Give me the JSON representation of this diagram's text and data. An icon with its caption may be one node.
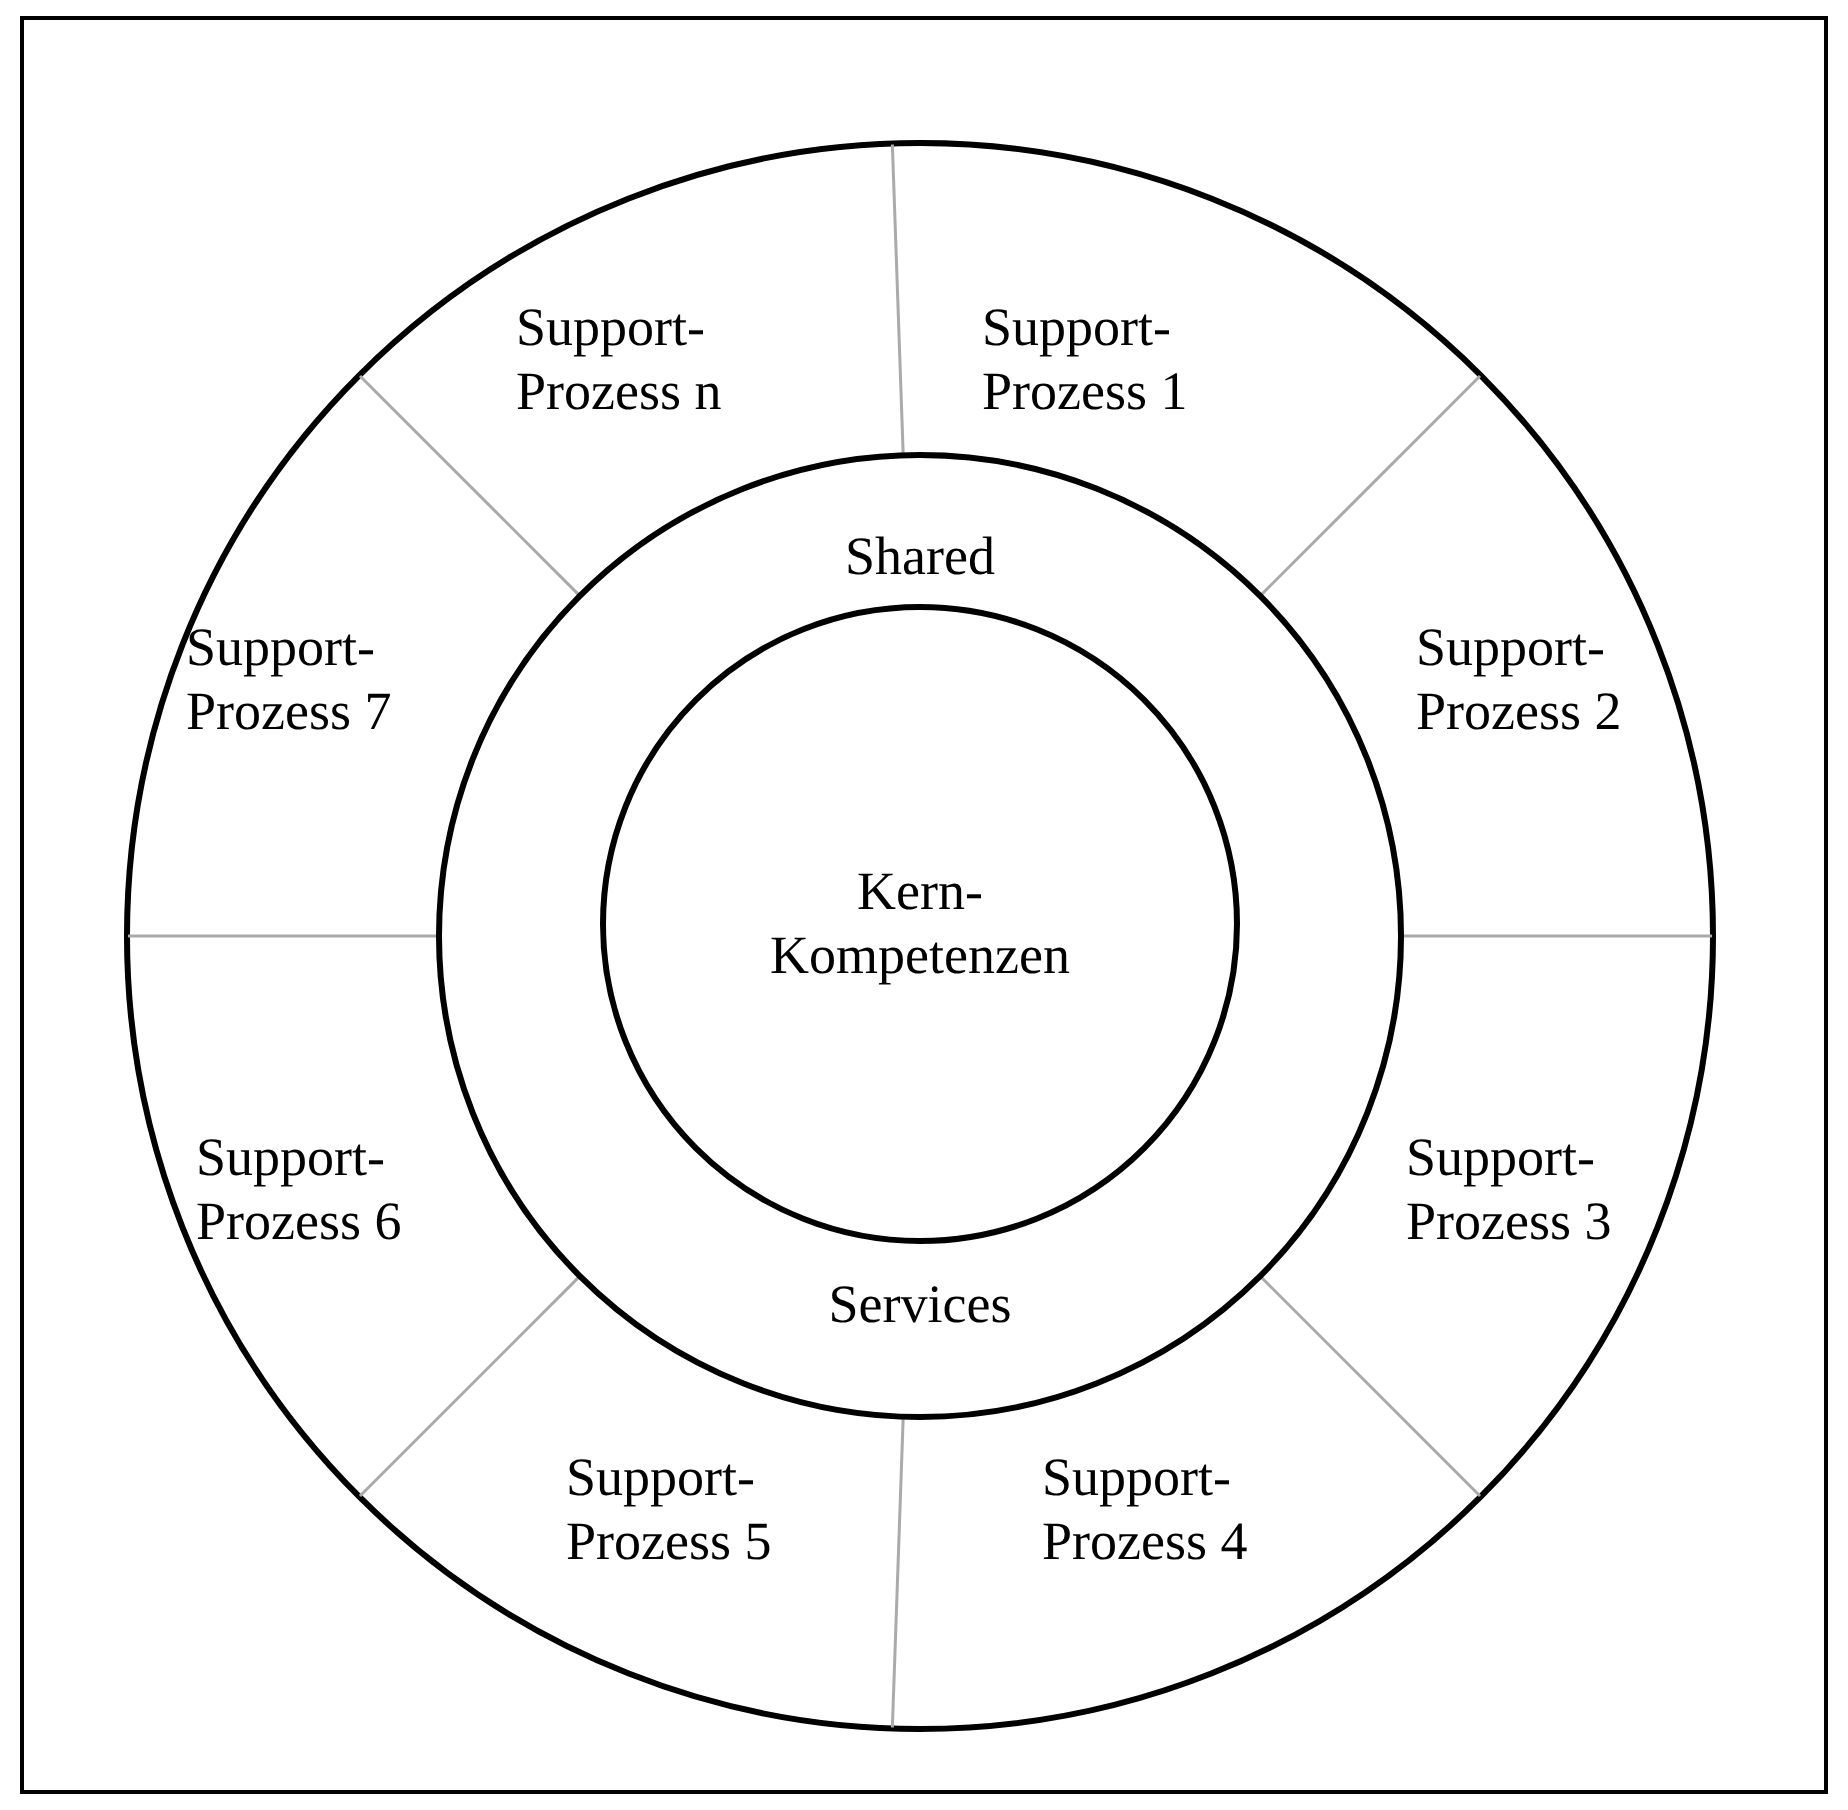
{
  "diagram": {
    "nodes": [
      {
        "text": [],
        "shape": "circle"
      },
      {
        "text": [
          "Support-Prozess 1"
        ],
        "in": 0
      },
      {
        "text": [
          "Support-Prozess 2"
        ],
        "in": 0
      },
      {
        "text": [
          "Support-Prozess 3"
        ],
        "in": 0
      },
      {
        "text": [
          "Support-Prozess 4"
        ],
        "in": 0
      },
      {
        "text": [
          "Support-Prozess 5"
        ],
        "in": 0
      },
      {
        "text": [
          "Support-Prozess 6"
        ],
        "in": 0
      },
      {
        "text": [
          "Support-Prozess 7"
        ],
        "in": 0
      },
      {
        "text": [
          "Support-Prozess n"
        ],
        "in": 0
      },
      {
        "text": [
          "Shared",
          "Services"
        ],
        "in": 0
      },
      {
        "text": [
          "Kern-Kompetenzen"
        ],
        "in": 9
      }
    ],
    "edges": []
  }
}
